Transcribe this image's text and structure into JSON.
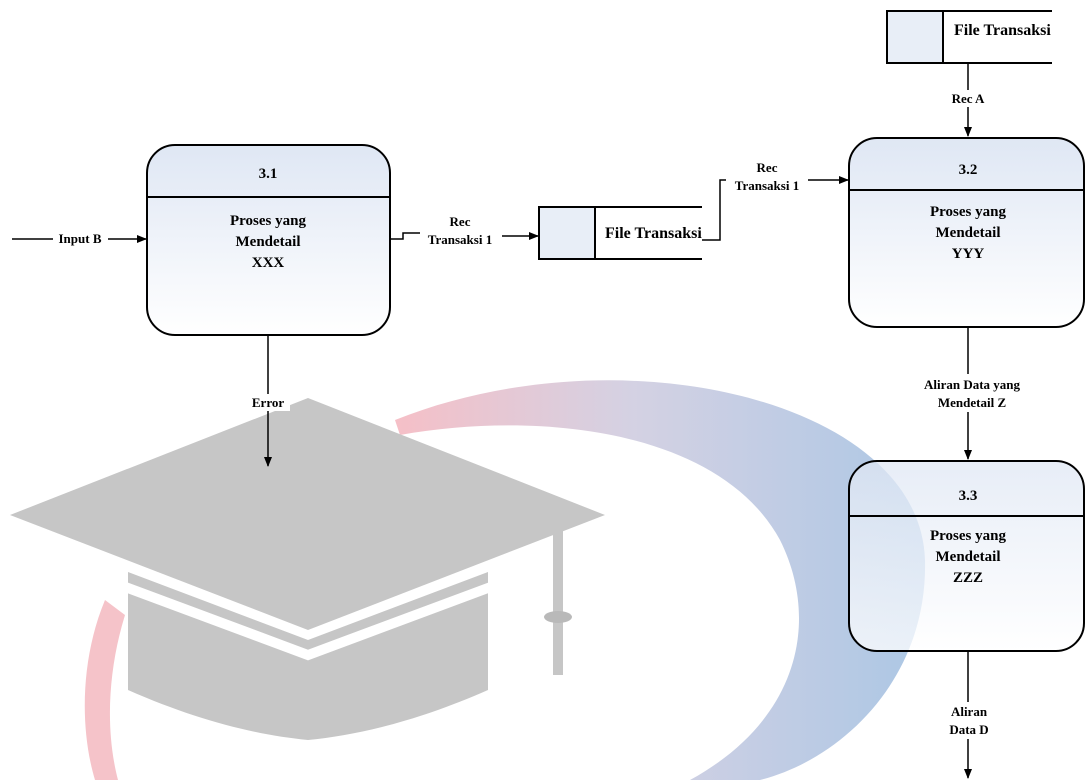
{
  "processes": {
    "p31": {
      "id": "3.1",
      "lines": [
        "Proses yang",
        "Mendetail",
        "XXX"
      ]
    },
    "p32": {
      "id": "3.2",
      "lines": [
        "Proses yang",
        "Mendetail",
        "YYY"
      ]
    },
    "p33": {
      "id": "3.3",
      "lines": [
        "Proses yang",
        "Mendetail",
        "ZZZ"
      ]
    }
  },
  "stores": {
    "top": {
      "label": "File Transaksi"
    },
    "middle": {
      "label": "File Transaksi"
    }
  },
  "flows": {
    "input_b": {
      "lines": [
        "Input B"
      ]
    },
    "rec_transaksi_a": {
      "lines": [
        "Rec",
        "Transaksi 1"
      ]
    },
    "rec_transaksi_b": {
      "lines": [
        "Rec",
        "Transaksi 1"
      ]
    },
    "rec_a": {
      "lines": [
        "Rec A"
      ]
    },
    "error": {
      "lines": [
        "Error"
      ]
    },
    "aliran_z": {
      "lines": [
        "Aliran Data yang",
        "Mendetail Z"
      ]
    },
    "aliran_d": {
      "lines": [
        "Aliran",
        "Data D"
      ]
    }
  },
  "colors": {
    "process_fill_top": "#e4ebf6",
    "process_fill_bottom": "#ffffff",
    "store_fill": "#e8eef7",
    "stroke": "#000000",
    "watermark_gray": "#c6c6c6",
    "watermark_blue": "#a9c4e2",
    "watermark_pink": "#f3b9c0"
  },
  "watermark": {
    "icon": "graduation-cap-icon"
  }
}
